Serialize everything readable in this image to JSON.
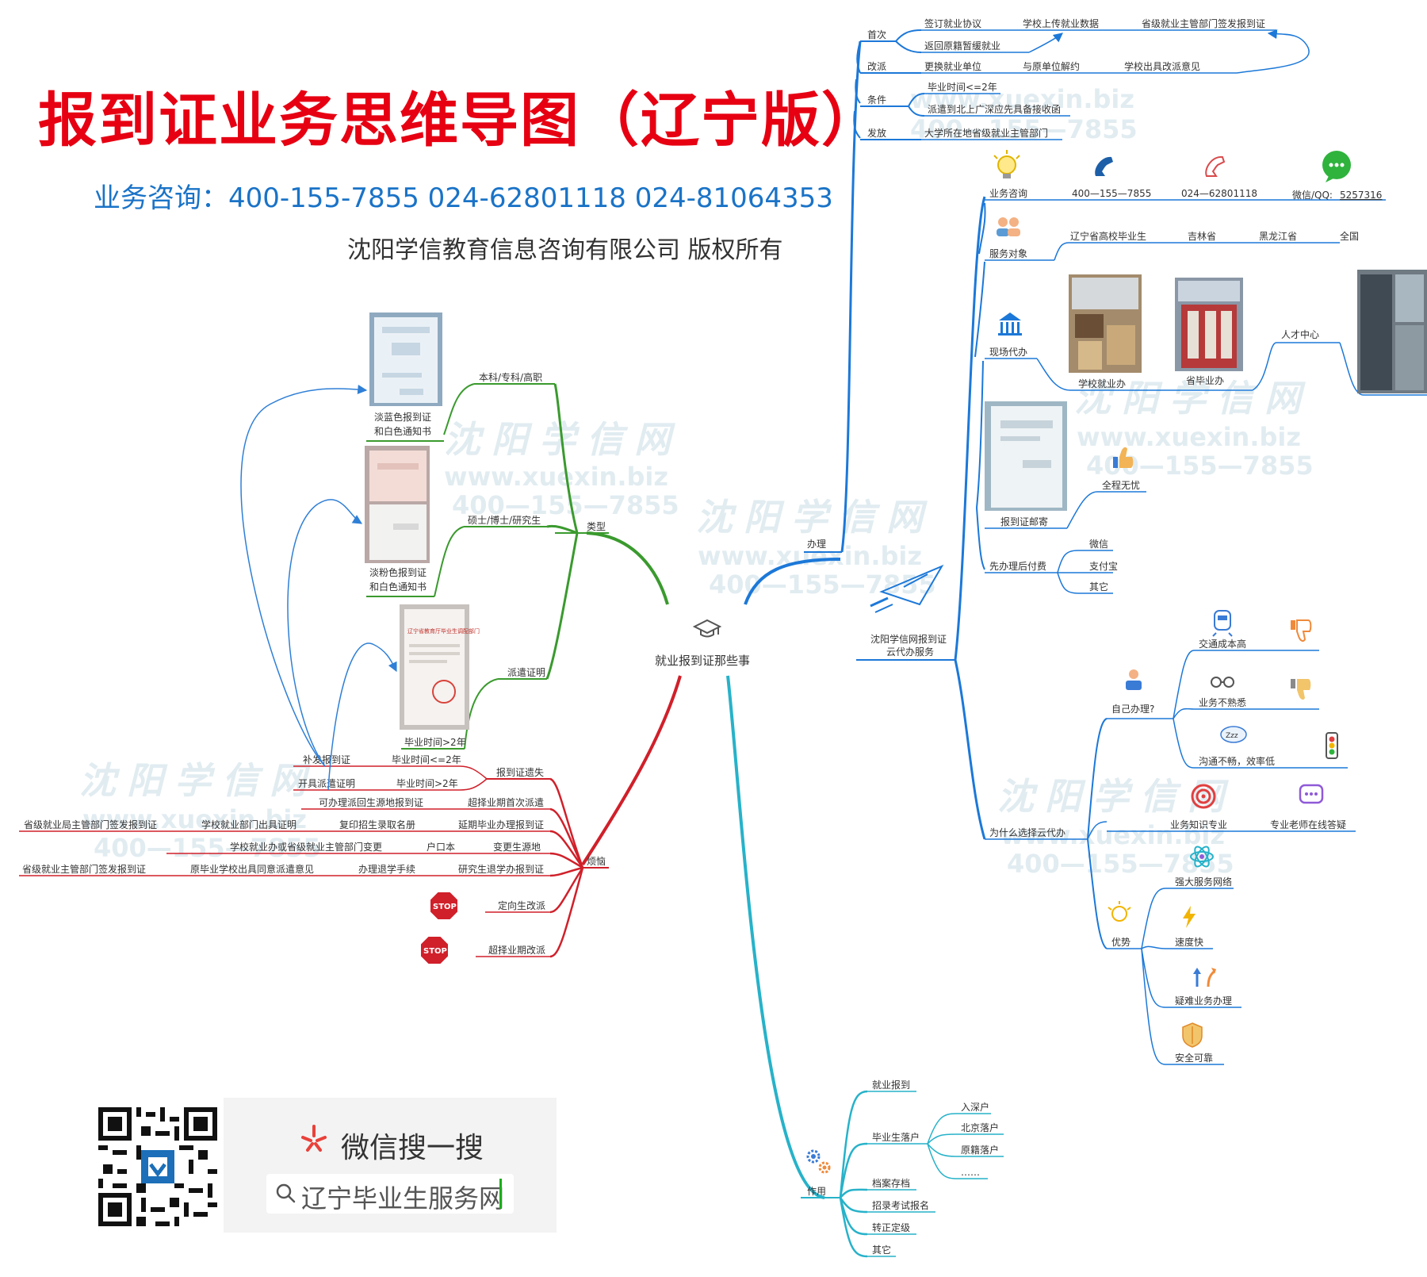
{
  "header": {
    "title": "报到证业务思维导图（辽宁版）",
    "hotline": "业务咨询：400-155-7855  024-62801118 024-81064353",
    "copyright": "沈阳学信教育信息咨询有限公司 版权所有"
  },
  "watermark": {
    "site": "沈阳学信网",
    "url": "www.xuexin.biz",
    "phone": "400—155—7855"
  },
  "center": {
    "label": "就业报到证那些事",
    "icon": "graduation-cap-icon"
  },
  "branch_handle": {
    "label": "办理",
    "items": [
      {
        "label": "首次",
        "children": [
          "签订就业协议",
          "学校上传就业数据",
          "省级就业主管部门签发报到证",
          "返回原籍暂缓就业"
        ]
      },
      {
        "label": "改派",
        "children": [
          "更换就业单位",
          "与原单位解约",
          "学校出具改派意见"
        ]
      },
      {
        "label": "条件",
        "children": [
          "毕业时间<=2年",
          "派遣到北上广深应先具备接收函"
        ]
      },
      {
        "label": "发放",
        "children": [
          "大学所在地省级就业主管部门"
        ]
      }
    ]
  },
  "branch_cloud": {
    "label": "沈阳学信网报到证云代办服务",
    "consult": {
      "label": "业务咨询",
      "phone1": "400—155—7855",
      "phone2": "024—62801118",
      "wechat_label": "微信/QQ:",
      "wechat_id": "5257316"
    },
    "targets": {
      "label": "服务对象",
      "items": [
        "辽宁省高校毕业生",
        "吉林省",
        "黑龙江省",
        "全国"
      ]
    },
    "onsite": {
      "label": "现场代办",
      "school": "学校就业办",
      "province": "省毕业办",
      "talent": "人才中心"
    },
    "mail": {
      "label": "报到证邮寄",
      "worry_free": "全程无忧"
    },
    "pay": {
      "label": "先办理后付费",
      "items": [
        "微信",
        "支付宝",
        "其它"
      ]
    },
    "why": {
      "label": "为什么选择云代办",
      "self": {
        "label": "自己办理?",
        "items": [
          "交通成本高",
          "业务不熟悉",
          "沟通不畅，效率低"
        ]
      },
      "expert": {
        "label": "业务知识专业",
        "sub": "专业老师在线答疑"
      },
      "adv": {
        "label": "优势",
        "items": [
          "强大服务网络",
          "速度快",
          "疑难业务办理",
          "安全可靠"
        ]
      }
    }
  },
  "branch_types": {
    "label": "类型",
    "items": [
      {
        "label": "本科/专科/高职",
        "caption": [
          "淡蓝色报到证",
          "和白色通知书"
        ]
      },
      {
        "label": "硕士/博士/研究生",
        "caption": [
          "淡粉色报到证",
          "和白色通知书"
        ]
      },
      {
        "label": "派遣证明",
        "caption": [
          "毕业时间>2年"
        ]
      }
    ],
    "photo_dispatch_text": "辽宁省教育厅毕业生调配部门"
  },
  "branch_trouble": {
    "label": "烦恼",
    "lost": {
      "label": "报到证遗失",
      "rows": [
        {
          "time": "毕业时间<=2年",
          "action": "补发报到证"
        },
        {
          "time": "毕业时间>2年",
          "action": "开具派遣证明"
        }
      ]
    },
    "rows": [
      {
        "label": "超择业期首次派遣",
        "chain": [
          "可办理派回生源地报到证"
        ]
      },
      {
        "label": "延期毕业办理报到证",
        "chain": [
          "复印招生录取名册",
          "学校就业部门出具证明",
          "省级就业局主管部门签发报到证"
        ]
      },
      {
        "label": "变更生源地",
        "chain": [
          "户口本",
          "学校就业办或省级就业主管部门变更"
        ]
      },
      {
        "label": "研究生退学办报到证",
        "chain": [
          "办理退学手续",
          "原毕业学校出具同意派遣意见",
          "省级就业主管部门签发报到证"
        ]
      },
      {
        "label": "定向生改派",
        "chain": []
      },
      {
        "label": "超择业期改派",
        "chain": []
      }
    ],
    "stop_sign": "STOP"
  },
  "branch_use": {
    "label": "作用",
    "items": [
      "就业报到",
      "毕业生落户",
      "档案存档",
      "招录考试报名",
      "转正定级",
      "其它"
    ],
    "settle": [
      "入深户",
      "北京落户",
      "原籍落户",
      "……"
    ]
  },
  "wechat_search": {
    "title": "微信搜一搜",
    "query": "辽宁毕业生服务网"
  },
  "colors": {
    "title": "#e60012",
    "blue": "#1a73c7",
    "green": "#3a9a2e",
    "red": "#d0202a",
    "teal": "#27b2c9",
    "handle": "#1c78d8"
  }
}
